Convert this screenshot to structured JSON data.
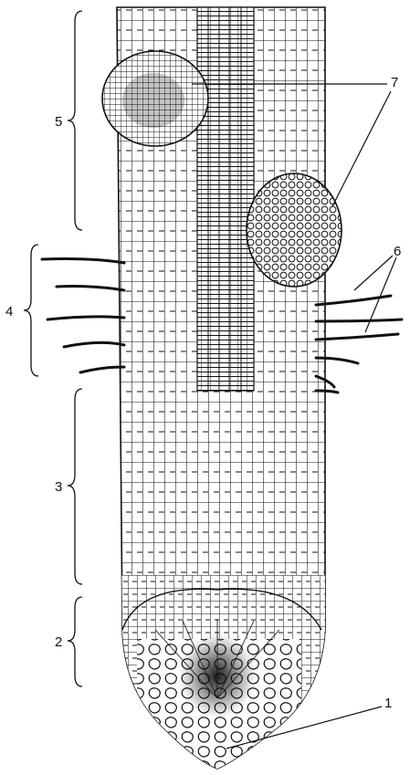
{
  "colors": {
    "ink": "#111111",
    "background": "#ffffff"
  },
  "zone_labels": [
    "1",
    "2",
    "3",
    "4",
    "5",
    "6",
    "7"
  ]
}
